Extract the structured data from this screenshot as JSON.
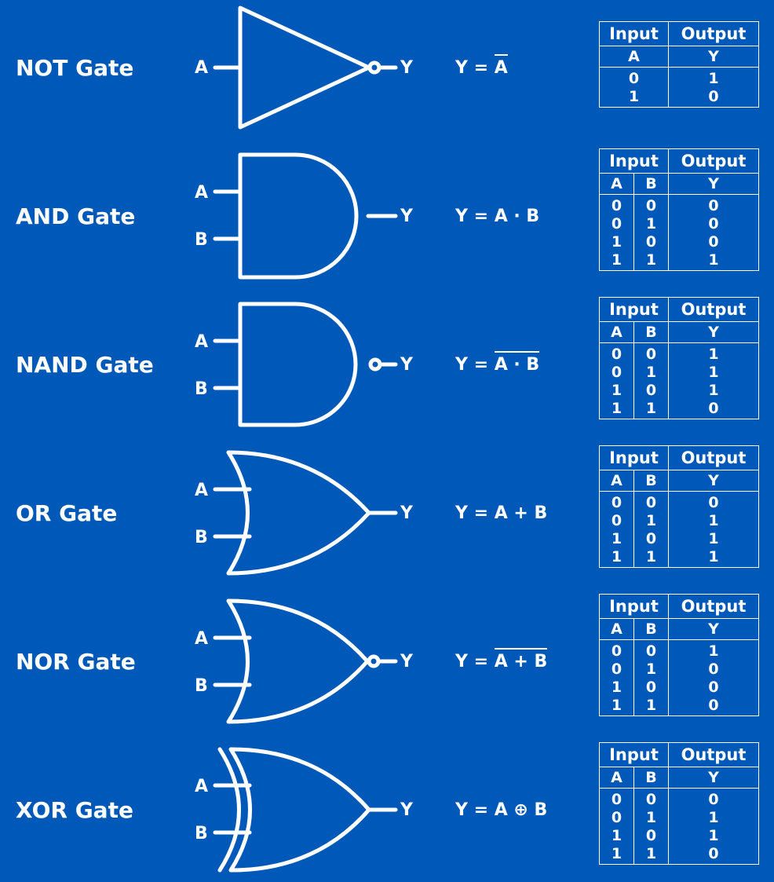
{
  "colors": {
    "background": "#0059b8",
    "foreground": "#ffffff"
  },
  "header": {
    "input": "Input",
    "output": "Output"
  },
  "gates": [
    {
      "name": "NOT Gate",
      "type": "not",
      "inputs": [
        "A"
      ],
      "output": "Y",
      "expr": {
        "lhs": "Y =",
        "body": "A",
        "overline": true
      },
      "table": {
        "cols": [
          "A",
          "Y"
        ],
        "rows": [
          [
            "0",
            "1"
          ],
          [
            "1",
            "0"
          ]
        ]
      }
    },
    {
      "name": "AND Gate",
      "type": "and",
      "inputs": [
        "A",
        "B"
      ],
      "output": "Y",
      "expr": {
        "lhs": "Y =",
        "body": "A · B",
        "overline": false
      },
      "table": {
        "cols": [
          "A",
          "B",
          "Y"
        ],
        "rows": [
          [
            "0",
            "0",
            "0"
          ],
          [
            "0",
            "1",
            "0"
          ],
          [
            "1",
            "0",
            "0"
          ],
          [
            "1",
            "1",
            "1"
          ]
        ]
      }
    },
    {
      "name": "NAND Gate",
      "type": "nand",
      "inputs": [
        "A",
        "B"
      ],
      "output": "Y",
      "expr": {
        "lhs": "Y =",
        "body": "A · B",
        "overline": true
      },
      "table": {
        "cols": [
          "A",
          "B",
          "Y"
        ],
        "rows": [
          [
            "0",
            "0",
            "1"
          ],
          [
            "0",
            "1",
            "1"
          ],
          [
            "1",
            "0",
            "1"
          ],
          [
            "1",
            "1",
            "0"
          ]
        ]
      }
    },
    {
      "name": "OR Gate",
      "type": "or",
      "inputs": [
        "A",
        "B"
      ],
      "output": "Y",
      "expr": {
        "lhs": "Y =",
        "body": "A + B",
        "overline": false
      },
      "table": {
        "cols": [
          "A",
          "B",
          "Y"
        ],
        "rows": [
          [
            "0",
            "0",
            "0"
          ],
          [
            "0",
            "1",
            "1"
          ],
          [
            "1",
            "0",
            "1"
          ],
          [
            "1",
            "1",
            "1"
          ]
        ]
      }
    },
    {
      "name": "NOR Gate",
      "type": "nor",
      "inputs": [
        "A",
        "B"
      ],
      "output": "Y",
      "expr": {
        "lhs": "Y =",
        "body": "A + B",
        "overline": true
      },
      "table": {
        "cols": [
          "A",
          "B",
          "Y"
        ],
        "rows": [
          [
            "0",
            "0",
            "1"
          ],
          [
            "0",
            "1",
            "0"
          ],
          [
            "1",
            "0",
            "0"
          ],
          [
            "1",
            "1",
            "0"
          ]
        ]
      }
    },
    {
      "name": "XOR Gate",
      "type": "xor",
      "inputs": [
        "A",
        "B"
      ],
      "output": "Y",
      "expr": {
        "lhs": "Y =",
        "body": "A ⊕ B",
        "overline": false
      },
      "table": {
        "cols": [
          "A",
          "B",
          "Y"
        ],
        "rows": [
          [
            "0",
            "0",
            "0"
          ],
          [
            "0",
            "1",
            "1"
          ],
          [
            "1",
            "0",
            "1"
          ],
          [
            "1",
            "1",
            "0"
          ]
        ]
      }
    }
  ]
}
